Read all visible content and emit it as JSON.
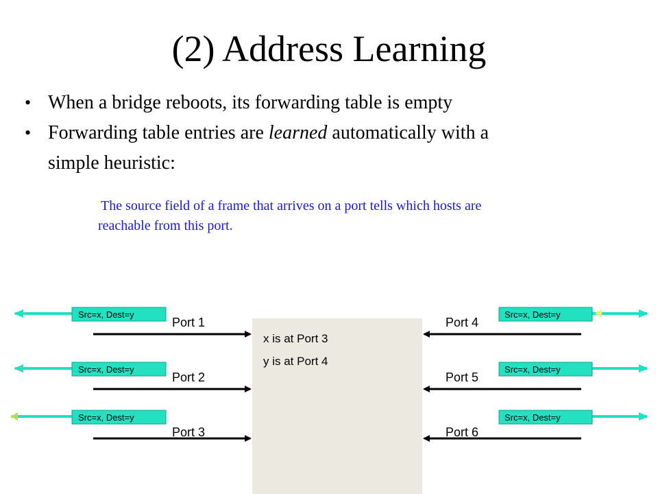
{
  "title": "(2) Address Learning",
  "bullets": {
    "b1": "When a bridge reboots, its forwarding table is empty",
    "b2_pre": "Forwarding table entries are ",
    "b2_em": "learned",
    "b2_post": " automatically with a",
    "b2_line2": "simple heuristic:"
  },
  "note": {
    "line1": "The source field of a frame that arrives on a port tells which hosts are",
    "line2": "reachable from this port."
  },
  "bridge": {
    "entries": [
      "x is at Port 3",
      "y is at Port 4"
    ]
  },
  "ports": {
    "left": [
      "Port 1",
      "Port 2",
      "Port 3"
    ],
    "right": [
      "Port 4",
      "Port 5",
      "Port 6"
    ]
  },
  "frame_label": "Src=x, Dest=y",
  "colors": {
    "note": "#1a1acc",
    "bridge_fill": "#ece9e0",
    "frame_box": "#22e0c0",
    "frame_arrow": "#22e0c0",
    "origin_arrow": "#a8e05a",
    "port_arrow": "#000000"
  }
}
